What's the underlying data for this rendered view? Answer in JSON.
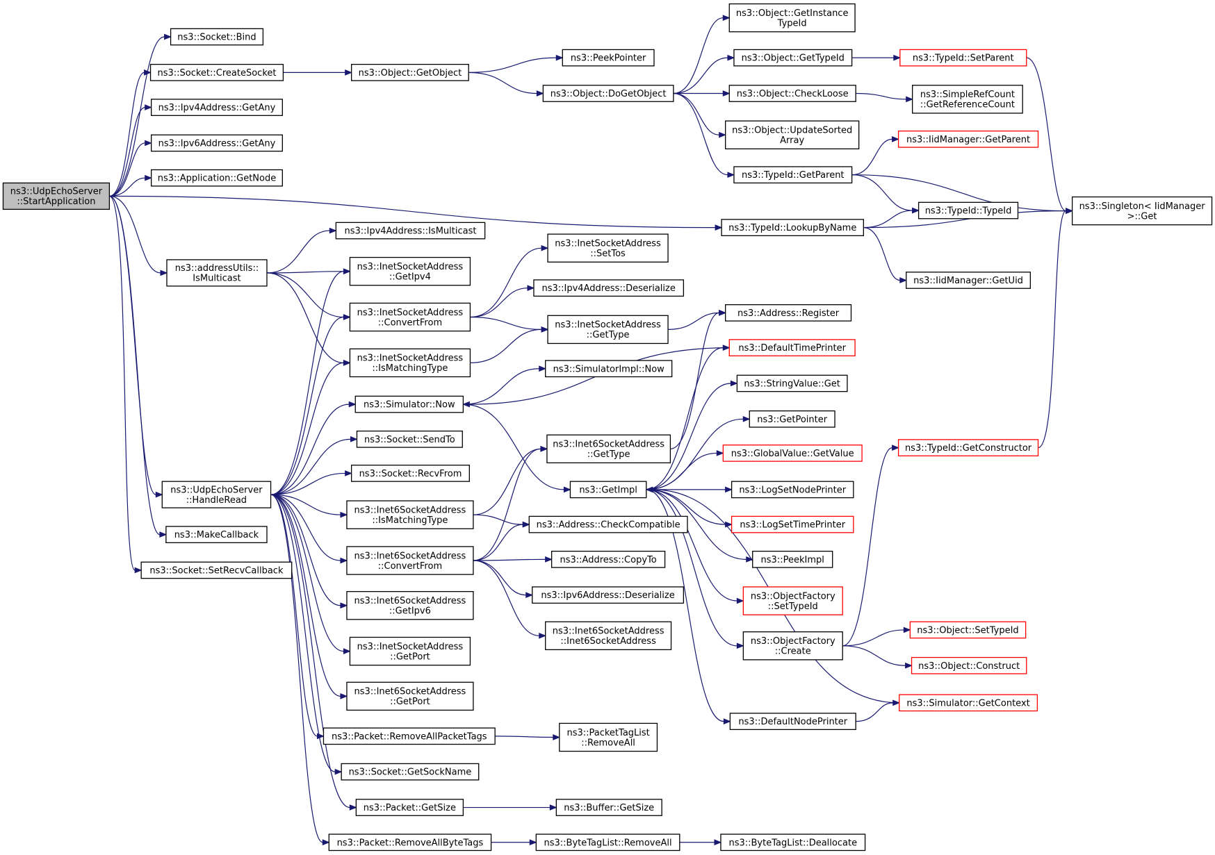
{
  "title": "",
  "colors": {
    "edge": "#191970",
    "node_border": "#000000",
    "truncated_border": "#ff0000",
    "root_fill": "#bfbfbf"
  },
  "nodes": {
    "udp_start": {
      "lines": [
        "ns3::UdpEchoServer",
        "::StartApplication"
      ],
      "root": true
    },
    "sock_bind": {
      "lines": [
        "ns3::Socket::Bind"
      ]
    },
    "sock_create": {
      "lines": [
        "ns3::Socket::CreateSocket"
      ]
    },
    "ipv4_getany": {
      "lines": [
        "ns3::Ipv4Address::GetAny"
      ]
    },
    "ipv6_getany": {
      "lines": [
        "ns3::Ipv6Address::GetAny"
      ]
    },
    "app_getnode": {
      "lines": [
        "ns3::Application::GetNode"
      ]
    },
    "addr_ismc": {
      "lines": [
        "ns3::addressUtils::",
        "IsMulticast"
      ]
    },
    "udp_handleread": {
      "lines": [
        "ns3::UdpEchoServer",
        "::HandleRead"
      ]
    },
    "make_callback": {
      "lines": [
        "ns3::MakeCallback"
      ]
    },
    "sock_setrecv": {
      "lines": [
        "ns3::Socket::SetRecvCallback"
      ]
    },
    "obj_getobject": {
      "lines": [
        "ns3::Object::GetObject"
      ]
    },
    "peek_pointer": {
      "lines": [
        "ns3::PeekPointer"
      ]
    },
    "obj_dogetobject": {
      "lines": [
        "ns3::Object::DoGetObject"
      ]
    },
    "obj_getinstance": {
      "lines": [
        "ns3::Object::GetInstance",
        "TypeId"
      ]
    },
    "obj_gettypeid": {
      "lines": [
        "ns3::Object::GetTypeId"
      ]
    },
    "obj_checkloose": {
      "lines": [
        "ns3::Object::CheckLoose"
      ]
    },
    "obj_updatesorted": {
      "lines": [
        "ns3::Object::UpdateSorted",
        "Array"
      ]
    },
    "typeid_getparent": {
      "lines": [
        "ns3::TypeId::GetParent"
      ]
    },
    "typeid_setparent": {
      "lines": [
        "ns3::TypeId::SetParent"
      ],
      "truncated": true
    },
    "simplerefcount": {
      "lines": [
        "ns3::SimpleRefCount",
        "::GetReferenceCount"
      ]
    },
    "iidmgr_getparent": {
      "lines": [
        "ns3::IidManager::GetParent"
      ],
      "truncated": true
    },
    "typeid_typeid": {
      "lines": [
        "ns3::TypeId::TypeId"
      ]
    },
    "singleton_get": {
      "lines": [
        "ns3::Singleton< IidManager",
        ">::Get"
      ]
    },
    "typeid_lookup": {
      "lines": [
        "ns3::TypeId::LookupByName"
      ]
    },
    "iidmgr_getuid": {
      "lines": [
        "ns3::IidManager::GetUid"
      ]
    },
    "ipv4_ismc": {
      "lines": [
        "ns3::Ipv4Address::IsMulticast"
      ]
    },
    "inet_getipv4": {
      "lines": [
        "ns3::InetSocketAddress",
        "::GetIpv4"
      ]
    },
    "inet_convert": {
      "lines": [
        "ns3::InetSocketAddress",
        "::ConvertFrom"
      ]
    },
    "inet_ismatch": {
      "lines": [
        "ns3::InetSocketAddress",
        "::IsMatchingType"
      ]
    },
    "inet_settos": {
      "lines": [
        "ns3::InetSocketAddress",
        "::SetTos"
      ]
    },
    "ipv4_deser": {
      "lines": [
        "ns3::Ipv4Address::Deserialize"
      ]
    },
    "inet_gettype": {
      "lines": [
        "ns3::InetSocketAddress",
        "::GetType"
      ]
    },
    "addr_register": {
      "lines": [
        "ns3::Address::Register"
      ]
    },
    "default_timeprinter": {
      "lines": [
        "ns3::DefaultTimePrinter"
      ],
      "truncated": true
    },
    "simimpl_now": {
      "lines": [
        "ns3::SimulatorImpl::Now"
      ]
    },
    "sim_now": {
      "lines": [
        "ns3::Simulator::Now"
      ]
    },
    "stringvalue_get": {
      "lines": [
        "ns3::StringValue::Get"
      ]
    },
    "sock_sendto": {
      "lines": [
        "ns3::Socket::SendTo"
      ]
    },
    "get_pointer": {
      "lines": [
        "ns3::GetPointer"
      ]
    },
    "inet6_gettype": {
      "lines": [
        "ns3::Inet6SocketAddress",
        "::GetType"
      ]
    },
    "sock_recvfrom": {
      "lines": [
        "ns3::Socket::RecvFrom"
      ]
    },
    "globalvalue_get": {
      "lines": [
        "ns3::GlobalValue::GetValue"
      ],
      "truncated": true
    },
    "get_impl": {
      "lines": [
        "ns3::GetImpl"
      ]
    },
    "log_setnode": {
      "lines": [
        "ns3::LogSetNodePrinter"
      ]
    },
    "inet6_ismatch": {
      "lines": [
        "ns3::Inet6SocketAddress",
        "::IsMatchingType"
      ]
    },
    "log_settime": {
      "lines": [
        "ns3::LogSetTimePrinter"
      ],
      "truncated": true
    },
    "addr_checkcompat": {
      "lines": [
        "ns3::Address::CheckCompatible"
      ]
    },
    "inet6_convert": {
      "lines": [
        "ns3::Inet6SocketAddress",
        "::ConvertFrom"
      ]
    },
    "addr_copyto": {
      "lines": [
        "ns3::Address::CopyTo"
      ]
    },
    "peek_impl": {
      "lines": [
        "ns3::PeekImpl"
      ]
    },
    "ipv6_deser": {
      "lines": [
        "ns3::Ipv6Address::Deserialize"
      ]
    },
    "objfactory_settypeid": {
      "lines": [
        "ns3::ObjectFactory",
        "::SetTypeId"
      ],
      "truncated": true
    },
    "inet6_getipv6": {
      "lines": [
        "ns3::Inet6SocketAddress",
        "::GetIpv6"
      ]
    },
    "inet6_ctor": {
      "lines": [
        "ns3::Inet6SocketAddress",
        "::Inet6SocketAddress"
      ]
    },
    "typeid_getctor": {
      "lines": [
        "ns3::TypeId::GetConstructor"
      ],
      "truncated": true
    },
    "obj_settypeid": {
      "lines": [
        "ns3::Object::SetTypeId"
      ],
      "truncated": true
    },
    "objfactory_create": {
      "lines": [
        "ns3::ObjectFactory",
        "::Create"
      ]
    },
    "inet_getport": {
      "lines": [
        "ns3::InetSocketAddress",
        "::GetPort"
      ]
    },
    "obj_construct": {
      "lines": [
        "ns3::Object::Construct"
      ],
      "truncated": true
    },
    "inet6_getport": {
      "lines": [
        "ns3::Inet6SocketAddress",
        "::GetPort"
      ]
    },
    "sim_getcontext": {
      "lines": [
        "ns3::Simulator::GetContext"
      ],
      "truncated": true
    },
    "default_nodeprinter": {
      "lines": [
        "ns3::DefaultNodePrinter"
      ]
    },
    "pkt_removetags": {
      "lines": [
        "ns3::Packet::RemoveAllPacketTags"
      ]
    },
    "pkttaglist_removeall": {
      "lines": [
        "ns3::PacketTagList",
        "::RemoveAll"
      ]
    },
    "sock_getsockname": {
      "lines": [
        "ns3::Socket::GetSockName"
      ]
    },
    "pkt_getsize": {
      "lines": [
        "ns3::Packet::GetSize"
      ]
    },
    "buffer_getsize": {
      "lines": [
        "ns3::Buffer::GetSize"
      ]
    },
    "pkt_removebyte": {
      "lines": [
        "ns3::Packet::RemoveAllByteTags"
      ]
    },
    "bytetag_removeall": {
      "lines": [
        "ns3::ByteTagList::RemoveAll"
      ]
    },
    "bytetag_dealloc": {
      "lines": [
        "ns3::ByteTagList::Deallocate"
      ]
    }
  },
  "edges": [
    [
      "udp_start",
      "sock_bind"
    ],
    [
      "udp_start",
      "sock_create"
    ],
    [
      "udp_start",
      "ipv4_getany"
    ],
    [
      "udp_start",
      "ipv6_getany"
    ],
    [
      "udp_start",
      "app_getnode"
    ],
    [
      "udp_start",
      "typeid_lookup"
    ],
    [
      "udp_start",
      "addr_ismc"
    ],
    [
      "udp_start",
      "udp_handleread"
    ],
    [
      "udp_start",
      "make_callback"
    ],
    [
      "udp_start",
      "sock_setrecv"
    ],
    [
      "sock_create",
      "obj_getobject"
    ],
    [
      "obj_getobject",
      "peek_pointer"
    ],
    [
      "obj_getobject",
      "obj_dogetobject"
    ],
    [
      "obj_dogetobject",
      "obj_getinstance"
    ],
    [
      "obj_dogetobject",
      "obj_gettypeid"
    ],
    [
      "obj_dogetobject",
      "obj_checkloose"
    ],
    [
      "obj_dogetobject",
      "obj_updatesorted"
    ],
    [
      "obj_dogetobject",
      "typeid_getparent"
    ],
    [
      "obj_gettypeid",
      "typeid_setparent"
    ],
    [
      "obj_checkloose",
      "simplerefcount"
    ],
    [
      "typeid_setparent",
      "singleton_get"
    ],
    [
      "typeid_getparent",
      "iidmgr_getparent"
    ],
    [
      "typeid_getparent",
      "typeid_typeid"
    ],
    [
      "typeid_getparent",
      "singleton_get"
    ],
    [
      "typeid_lookup",
      "typeid_typeid"
    ],
    [
      "typeid_lookup",
      "singleton_get"
    ],
    [
      "typeid_lookup",
      "iidmgr_getuid"
    ],
    [
      "addr_ismc",
      "ipv4_ismc"
    ],
    [
      "addr_ismc",
      "inet_getipv4"
    ],
    [
      "addr_ismc",
      "inet_convert"
    ],
    [
      "addr_ismc",
      "inet_ismatch"
    ],
    [
      "inet_convert",
      "inet_settos"
    ],
    [
      "inet_convert",
      "ipv4_deser"
    ],
    [
      "inet_convert",
      "inet_gettype"
    ],
    [
      "inet_ismatch",
      "inet_gettype"
    ],
    [
      "inet_gettype",
      "addr_register"
    ],
    [
      "udp_handleread",
      "inet_getipv4"
    ],
    [
      "udp_handleread",
      "inet_convert"
    ],
    [
      "udp_handleread",
      "inet_ismatch"
    ],
    [
      "udp_handleread",
      "sim_now"
    ],
    [
      "udp_handleread",
      "sock_sendto"
    ],
    [
      "udp_handleread",
      "sock_recvfrom"
    ],
    [
      "udp_handleread",
      "inet6_ismatch"
    ],
    [
      "udp_handleread",
      "inet6_convert"
    ],
    [
      "udp_handleread",
      "inet6_getipv6"
    ],
    [
      "udp_handleread",
      "inet_getport"
    ],
    [
      "udp_handleread",
      "inet6_getport"
    ],
    [
      "udp_handleread",
      "pkt_removetags"
    ],
    [
      "udp_handleread",
      "sock_getsockname"
    ],
    [
      "udp_handleread",
      "pkt_getsize"
    ],
    [
      "udp_handleread",
      "pkt_removebyte"
    ],
    [
      "sim_now",
      "simimpl_now"
    ],
    [
      "sim_now",
      "get_impl"
    ],
    [
      "get_impl",
      "default_timeprinter"
    ],
    [
      "get_impl",
      "stringvalue_get"
    ],
    [
      "get_impl",
      "get_pointer"
    ],
    [
      "get_impl",
      "globalvalue_get"
    ],
    [
      "get_impl",
      "log_setnode"
    ],
    [
      "get_impl",
      "log_settime"
    ],
    [
      "get_impl",
      "peek_impl"
    ],
    [
      "get_impl",
      "objfactory_settypeid"
    ],
    [
      "get_impl",
      "objfactory_create"
    ],
    [
      "get_impl",
      "default_nodeprinter"
    ],
    [
      "default_timeprinter",
      "sim_now"
    ],
    [
      "sim_getcontext",
      "get_impl"
    ],
    [
      "default_nodeprinter",
      "sim_getcontext"
    ],
    [
      "objfactory_create",
      "typeid_getctor"
    ],
    [
      "objfactory_create",
      "obj_settypeid"
    ],
    [
      "objfactory_create",
      "obj_construct"
    ],
    [
      "typeid_getctor",
      "singleton_get"
    ],
    [
      "inet6_ismatch",
      "inet6_gettype"
    ],
    [
      "inet6_ismatch",
      "addr_checkcompat"
    ],
    [
      "inet6_convert",
      "inet6_gettype"
    ],
    [
      "inet6_convert",
      "addr_checkcompat"
    ],
    [
      "inet6_convert",
      "addr_copyto"
    ],
    [
      "inet6_convert",
      "ipv6_deser"
    ],
    [
      "inet6_convert",
      "inet6_ctor"
    ],
    [
      "inet6_gettype",
      "addr_register"
    ],
    [
      "pkt_removetags",
      "pkttaglist_removeall"
    ],
    [
      "pkt_getsize",
      "buffer_getsize"
    ],
    [
      "pkt_removebyte",
      "bytetag_removeall"
    ],
    [
      "bytetag_removeall",
      "bytetag_dealloc"
    ]
  ]
}
